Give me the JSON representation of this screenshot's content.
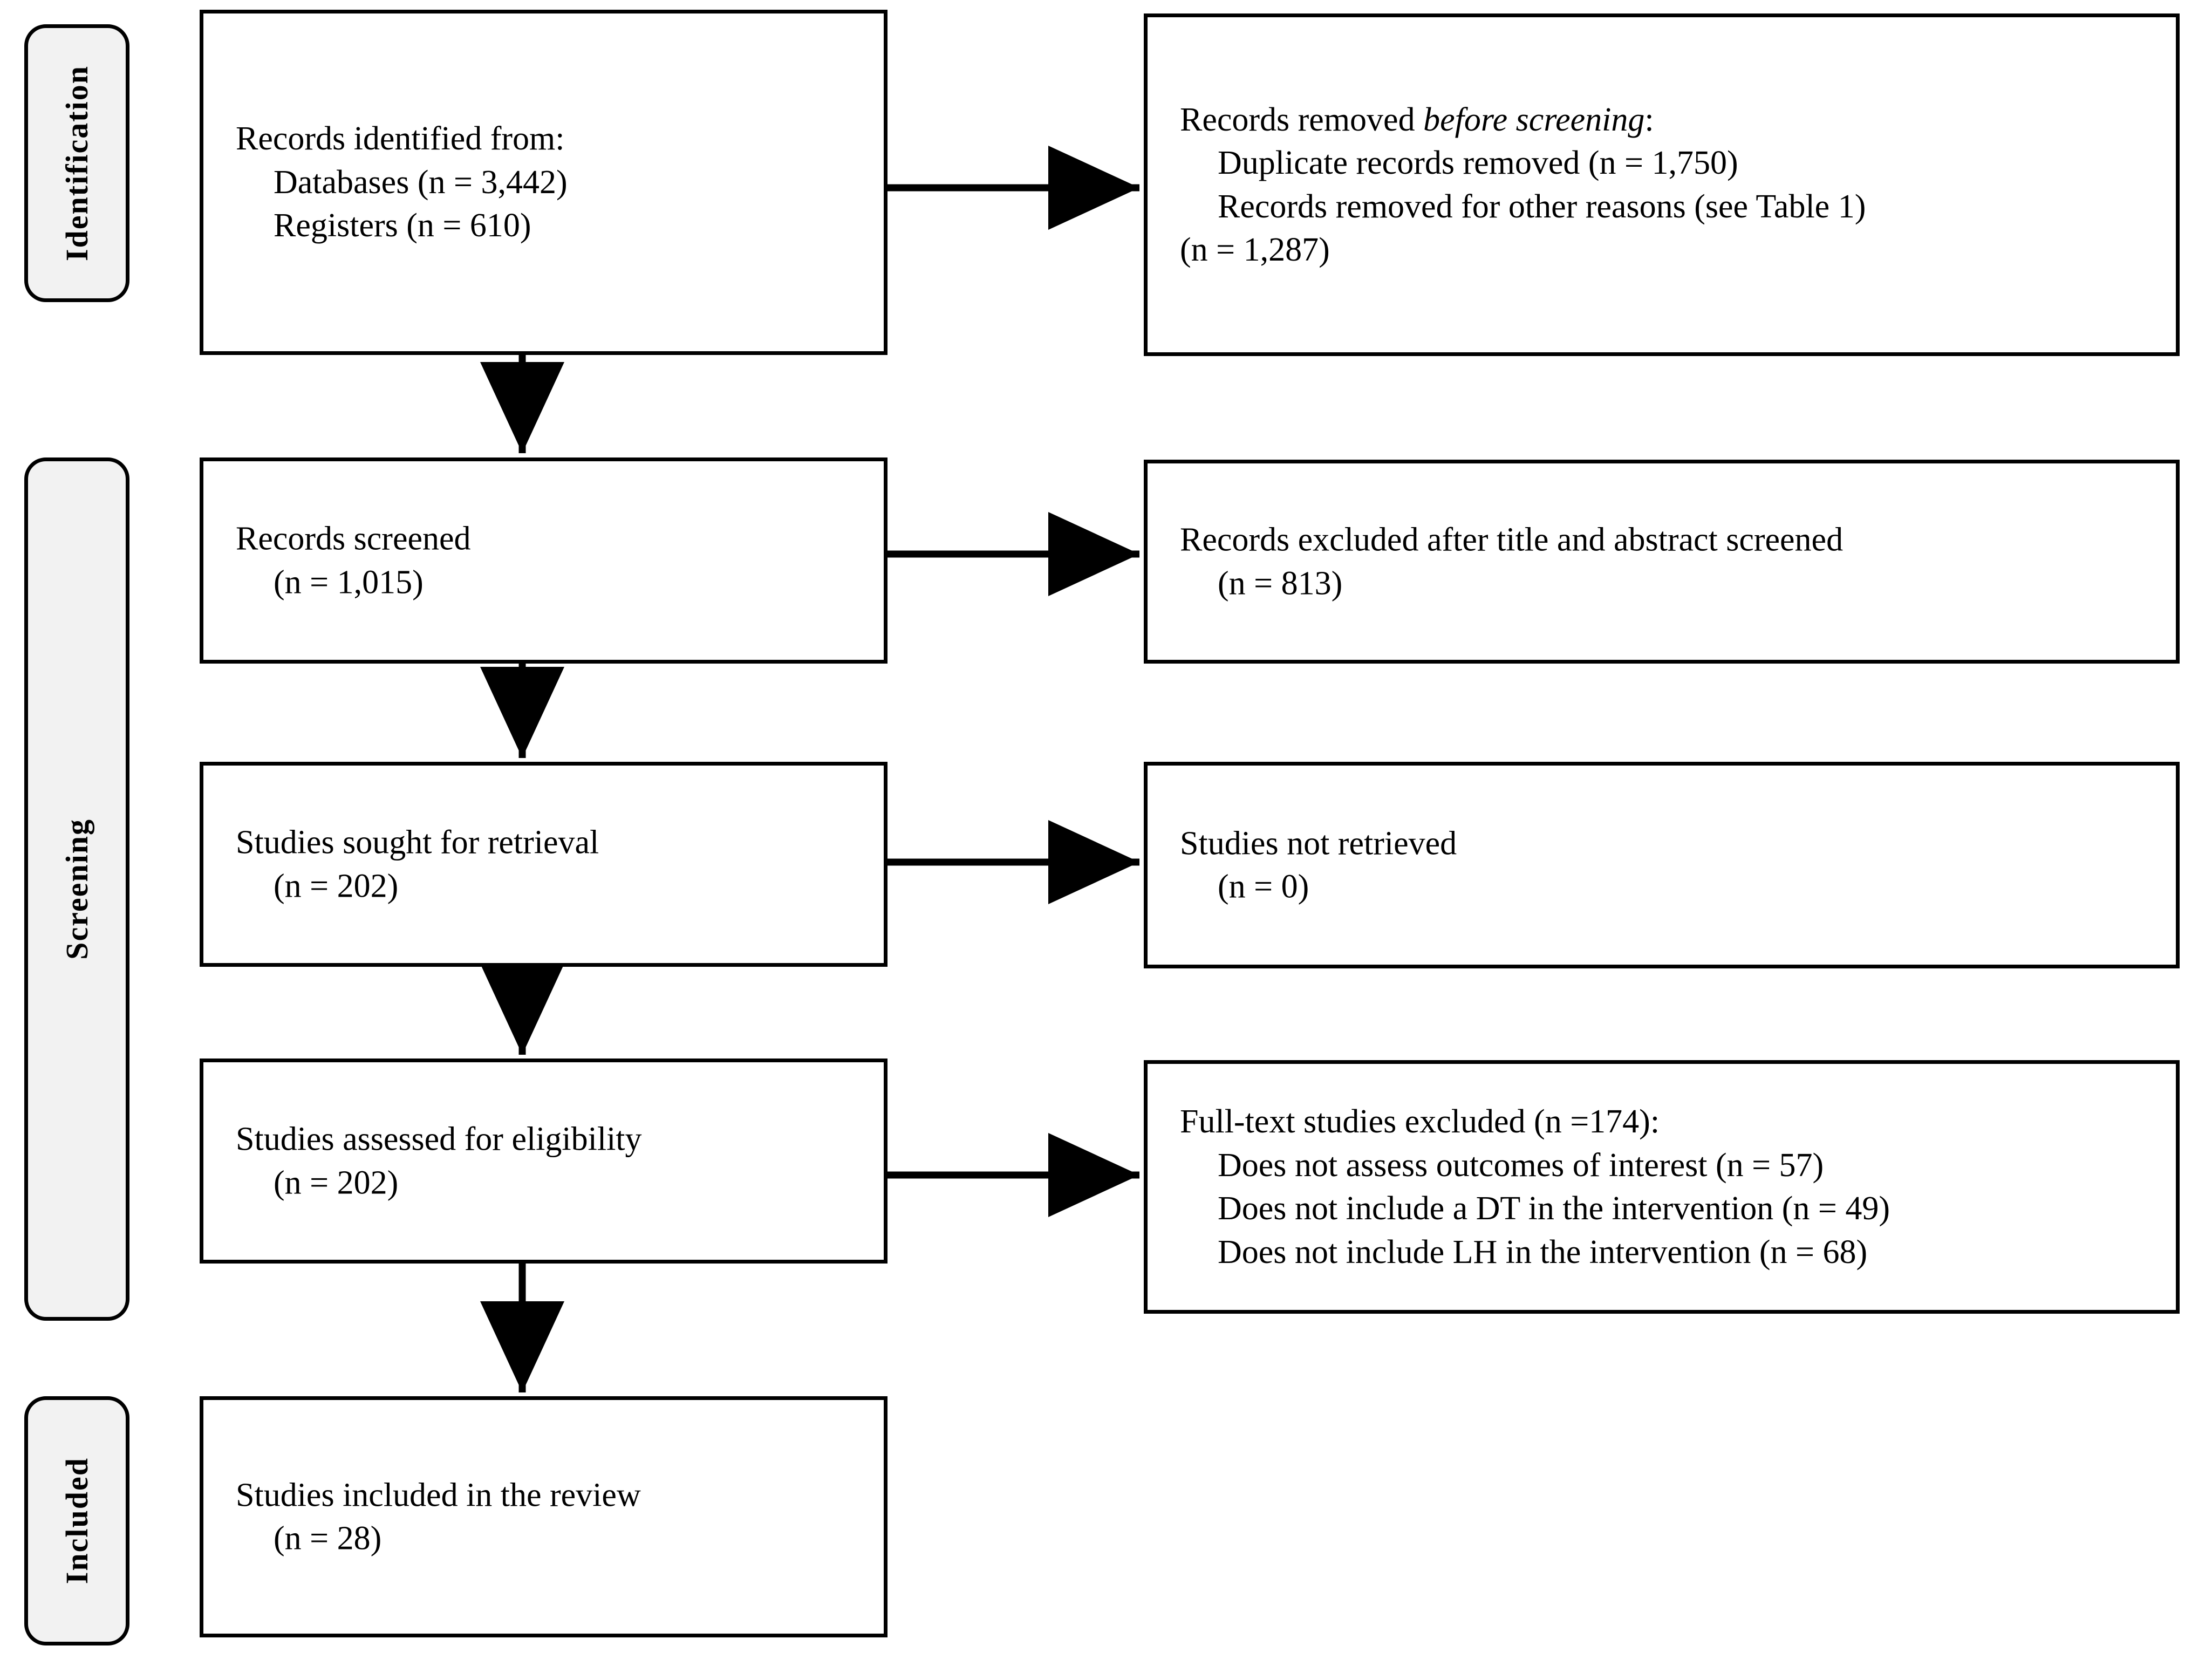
{
  "diagram": {
    "type": "prisma-flow-diagram",
    "stages": [
      {
        "id": "identification",
        "label": "Identification"
      },
      {
        "id": "screening",
        "label": "Screening"
      },
      {
        "id": "included",
        "label": "Included"
      }
    ],
    "nodes": [
      {
        "id": "records-identified",
        "column": "left",
        "stage": "identification",
        "lines": [
          {
            "text": "Records identified from:",
            "indent": false
          },
          {
            "text": "Databases (n = 3,442)",
            "indent": true
          },
          {
            "text": "Registers (n = 610)",
            "indent": true
          }
        ]
      },
      {
        "id": "records-removed",
        "column": "right",
        "stage": "identification",
        "lines": [
          {
            "text": "Records removed ",
            "italic_tail": "before screening",
            "tail": ":",
            "indent": false
          },
          {
            "text": "Duplicate records removed (n = 1,750)",
            "indent": true
          },
          {
            "text": "Records removed for other reasons (see Table 1)",
            "indent": true
          },
          {
            "text": "(n = 1,287)",
            "indent": false
          }
        ]
      },
      {
        "id": "records-screened",
        "column": "left",
        "stage": "screening",
        "lines": [
          {
            "text": "Records screened",
            "indent": false
          },
          {
            "text": "(n = 1,015)",
            "indent": true
          }
        ]
      },
      {
        "id": "records-excluded",
        "column": "right",
        "stage": "screening",
        "lines": [
          {
            "text": "Records excluded after title and abstract screened",
            "indent": false
          },
          {
            "text": "(n = 813)",
            "indent": true
          }
        ]
      },
      {
        "id": "studies-sought",
        "column": "left",
        "stage": "screening",
        "lines": [
          {
            "text": "Studies sought for retrieval",
            "indent": false
          },
          {
            "text": "(n = 202)",
            "indent": true
          }
        ]
      },
      {
        "id": "studies-not-retrieved",
        "column": "right",
        "stage": "screening",
        "lines": [
          {
            "text": "Studies not retrieved",
            "indent": false
          },
          {
            "text": "(n = 0)",
            "indent": true
          }
        ]
      },
      {
        "id": "studies-assessed",
        "column": "left",
        "stage": "screening",
        "lines": [
          {
            "text": "Studies assessed for eligibility",
            "indent": false
          },
          {
            "text": "(n = 202)",
            "indent": true
          }
        ]
      },
      {
        "id": "fulltext-excluded",
        "column": "right",
        "stage": "screening",
        "lines": [
          {
            "text": "Full-text studies excluded (n =174):",
            "indent": false
          },
          {
            "text": "Does not assess outcomes of interest (n = 57)",
            "indent": true
          },
          {
            "text": "Does not include a DT in the intervention (n = 49)",
            "indent": true
          },
          {
            "text": "Does not include LH in the intervention (n = 68)",
            "indent": true
          }
        ]
      },
      {
        "id": "studies-included",
        "column": "left",
        "stage": "included",
        "lines": [
          {
            "text": "Studies included in the review",
            "indent": false
          },
          {
            "text": "(n = 28)",
            "indent": true
          }
        ]
      }
    ],
    "node_text": {
      "records_identified": {
        "l1": "Records identified from:",
        "l2": "Databases (n = 3,442)",
        "l3": "Registers (n = 610)"
      },
      "records_removed": {
        "l1_head": "Records removed ",
        "l1_italic": "before screening",
        "l1_tail": ":",
        "l2": "Duplicate records removed (n = 1,750)",
        "l3": "Records removed for other reasons (see Table 1)",
        "l4": "(n = 1,287)"
      },
      "records_screened": {
        "l1": "Records screened",
        "l2": "(n = 1,015)"
      },
      "records_excluded": {
        "l1": "Records excluded after title and abstract screened",
        "l2": "(n = 813)"
      },
      "studies_sought": {
        "l1": "Studies sought for retrieval",
        "l2": "(n = 202)"
      },
      "studies_not_retrieved": {
        "l1": "Studies not retrieved",
        "l2": "(n = 0)"
      },
      "studies_assessed": {
        "l1": "Studies assessed for eligibility",
        "l2": "(n = 202)"
      },
      "fulltext_excluded": {
        "l1": "Full-text studies excluded (n =174):",
        "l2": "Does not assess outcomes of interest (n = 57)",
        "l3": "Does not include a DT in the intervention (n = 49)",
        "l4": "Does not include LH in the intervention (n = 68)"
      },
      "studies_included": {
        "l1": "Studies included in the review",
        "l2": "(n = 28)"
      }
    },
    "counts": {
      "databases": 3442,
      "registers": 610,
      "duplicates_removed": 1750,
      "other_reasons_removed": 1287,
      "records_screened": 1015,
      "records_excluded": 813,
      "studies_sought": 202,
      "studies_not_retrieved": 0,
      "studies_assessed": 202,
      "fulltext_excluded_total": 174,
      "fulltext_excluded_no_outcomes": 57,
      "fulltext_excluded_no_dt": 49,
      "fulltext_excluded_no_lh": 68,
      "studies_included": 28
    },
    "colors": {
      "stroke": "#000000",
      "box_fill": "#ffffff",
      "stage_label_fill": "#f2f2f2",
      "text": "#000000"
    }
  }
}
